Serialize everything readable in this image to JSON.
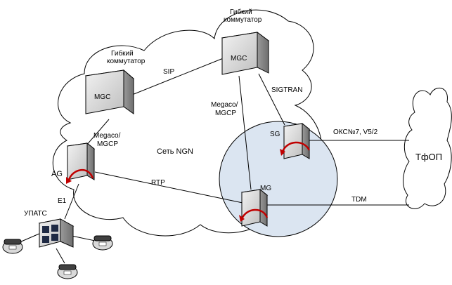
{
  "network": {
    "cloud_label": "Сеть NGN",
    "pstn_label": "ТфОП"
  },
  "nodes": {
    "mgc_left": {
      "box_label": "MGC",
      "title_line1": "Гибкий",
      "title_line2": "коммутатор"
    },
    "mgc_top": {
      "box_label": "MGC",
      "title_line1": "Гибкий",
      "title_line2": "коммутатор"
    },
    "ag": {
      "label": "AG"
    },
    "sg": {
      "label": "SG"
    },
    "mg": {
      "label": "MG"
    },
    "upats": {
      "label": "УПАТС"
    }
  },
  "links": {
    "sip": "SIP",
    "megaco_left_line1": "Megaco/",
    "megaco_left_line2": "MGCP",
    "megaco_mid_line1": "Megaco/",
    "megaco_mid_line2": "MGCP",
    "sigtran": "SIGTRAN",
    "rtp": "RTP",
    "e1": "E1",
    "oks": "ОКС№7, V5/2",
    "tdm": "TDM"
  },
  "colors": {
    "cloud_outline": "#000000",
    "gateway_area_fill": "#dbe5f1",
    "server_front": "#d9d9d9",
    "server_side": "#a6a6a6",
    "arrow_red": "#c00000"
  }
}
